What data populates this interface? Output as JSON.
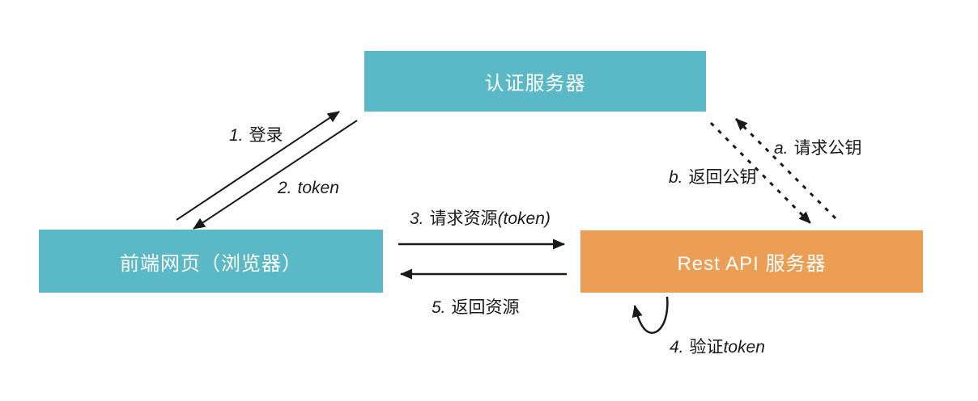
{
  "diagram": {
    "type": "sequence-flow-diagram",
    "background_color": "#ffffff",
    "arrow_color": "#1a1a1a"
  },
  "nodes": {
    "auth_server": {
      "label": "认证服务器",
      "color": "#5bb9c7",
      "text_color": "#ffffff"
    },
    "frontend": {
      "label": "前端网页（浏览器）",
      "color": "#5bb9c7",
      "text_color": "#ffffff"
    },
    "rest_api": {
      "label": "Rest API 服务器",
      "color": "#eb9e54",
      "text_color": "#ffffff"
    }
  },
  "edges": {
    "login": {
      "num": "1.",
      "label": "登录",
      "from": "frontend",
      "to": "auth_server",
      "style": "solid"
    },
    "token": {
      "num": "2.",
      "label": "token",
      "from": "auth_server",
      "to": "frontend",
      "style": "solid"
    },
    "request_resource": {
      "num": "3.",
      "label": "请求资源",
      "suffix": "(token)",
      "from": "frontend",
      "to": "rest_api",
      "style": "solid"
    },
    "verify_token": {
      "num": "4.",
      "label": "验证",
      "suffix": "token",
      "from": "rest_api",
      "to": "rest_api",
      "style": "solid-loop"
    },
    "return_resource": {
      "num": "5.",
      "label": "返回资源",
      "from": "rest_api",
      "to": "frontend",
      "style": "solid"
    },
    "request_pubkey": {
      "num": "a.",
      "label": "请求公钥",
      "from": "rest_api",
      "to": "auth_server",
      "style": "dashed"
    },
    "return_pubkey": {
      "num": "b.",
      "label": "返回公钥",
      "from": "auth_server",
      "to": "rest_api",
      "style": "dashed"
    }
  }
}
